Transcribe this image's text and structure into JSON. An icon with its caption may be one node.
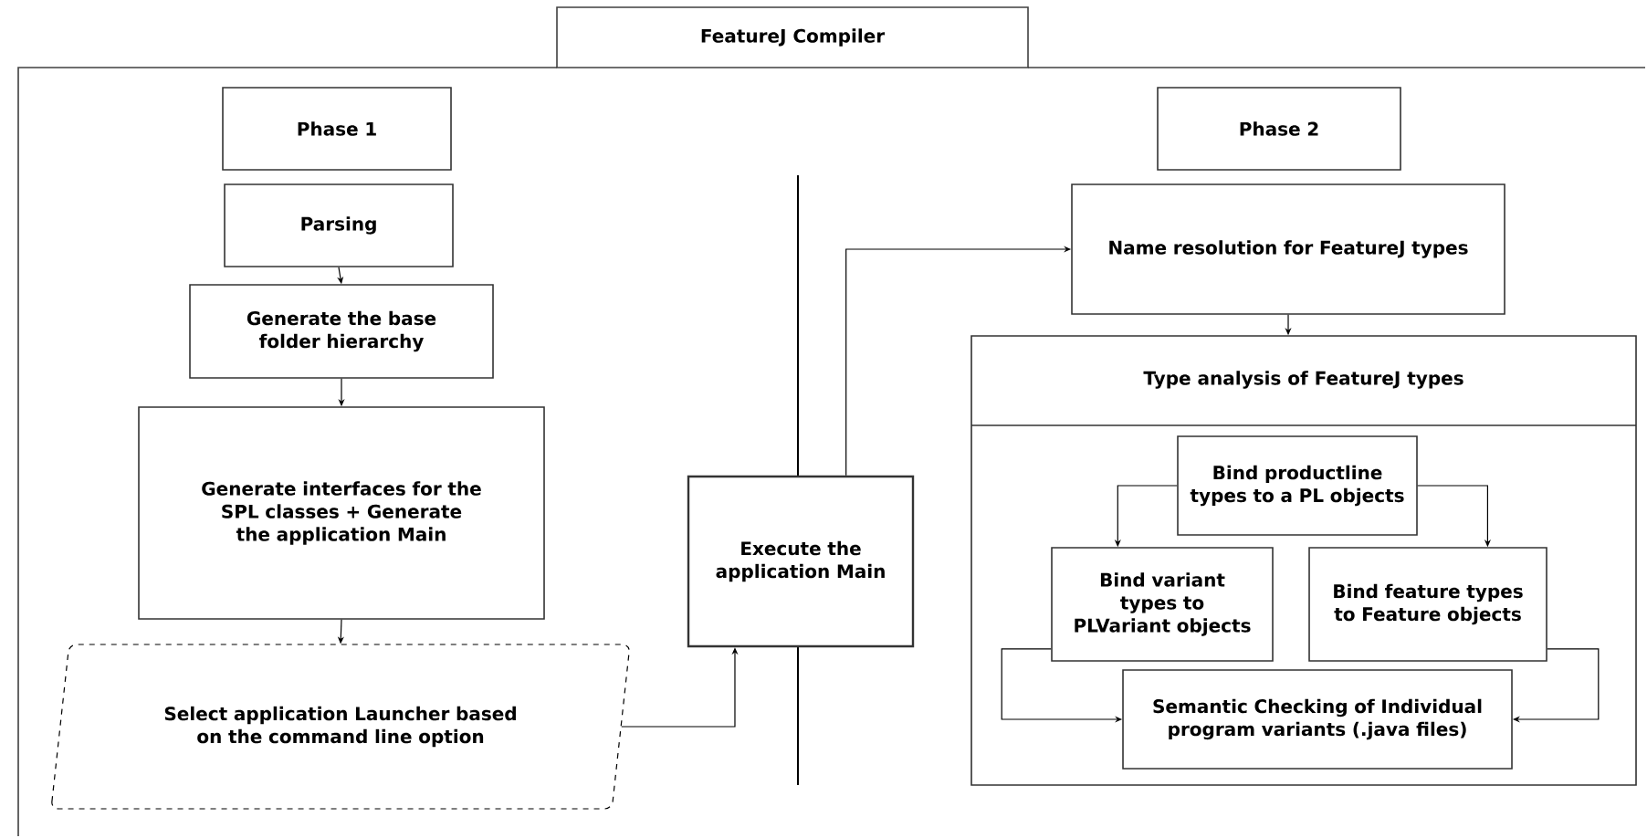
{
  "diagram": {
    "nodes": [
      {
        "text": [
          "FeatureJ Compiler"
        ]
      },
      {
        "text": [
          "Phase 1"
        ],
        "in": 0
      },
      {
        "text": [
          "Parsing"
        ],
        "in": 0
      },
      {
        "text": [
          "Generate the base folder hierarchy"
        ],
        "in": 0
      },
      {
        "text": [
          "Generate interfaces for the SPL classes + Generate the application Main"
        ],
        "in": 0
      },
      {
        "text": [
          "Select application Launcher based on the command line option"
        ],
        "in": 0
      },
      {
        "text": [
          "Execute the application Main"
        ],
        "in": 0
      },
      {
        "text": [
          "Phase 2"
        ],
        "in": 0
      },
      {
        "text": [
          "Name resolution for FeatureJ types"
        ],
        "in": 0
      },
      {
        "text": [
          "Type analysis of FeatureJ types"
        ],
        "in": 0
      },
      {
        "text": [
          "Bind productline types to a PL objects"
        ],
        "in": 9
      },
      {
        "text": [
          "Bind variant types to PLVariant objects"
        ],
        "in": 9
      },
      {
        "text": [
          "Bind feature types to Feature objects"
        ],
        "in": 9
      },
      {
        "text": [
          "Semantic Checking of Individual program variants (.java files)"
        ],
        "in": 9
      }
    ],
    "edges": [
      {
        "from": 2,
        "to": 3,
        "arrow": "to"
      },
      {
        "from": 3,
        "to": 4,
        "arrow": "to"
      },
      {
        "from": 4,
        "to": 5,
        "arrow": "to"
      },
      {
        "from": 5,
        "to": 6,
        "arrow": "to"
      },
      {
        "from": 6,
        "to": 8,
        "arrow": "to"
      },
      {
        "from": 8,
        "to": 9,
        "arrow": "to"
      },
      {
        "from": 10,
        "to": 11,
        "arrow": "to"
      },
      {
        "from": 10,
        "to": 12,
        "arrow": "to"
      },
      {
        "from": 11,
        "to": 13,
        "arrow": "to"
      },
      {
        "from": 12,
        "to": 13,
        "arrow": "to"
      }
    ]
  }
}
